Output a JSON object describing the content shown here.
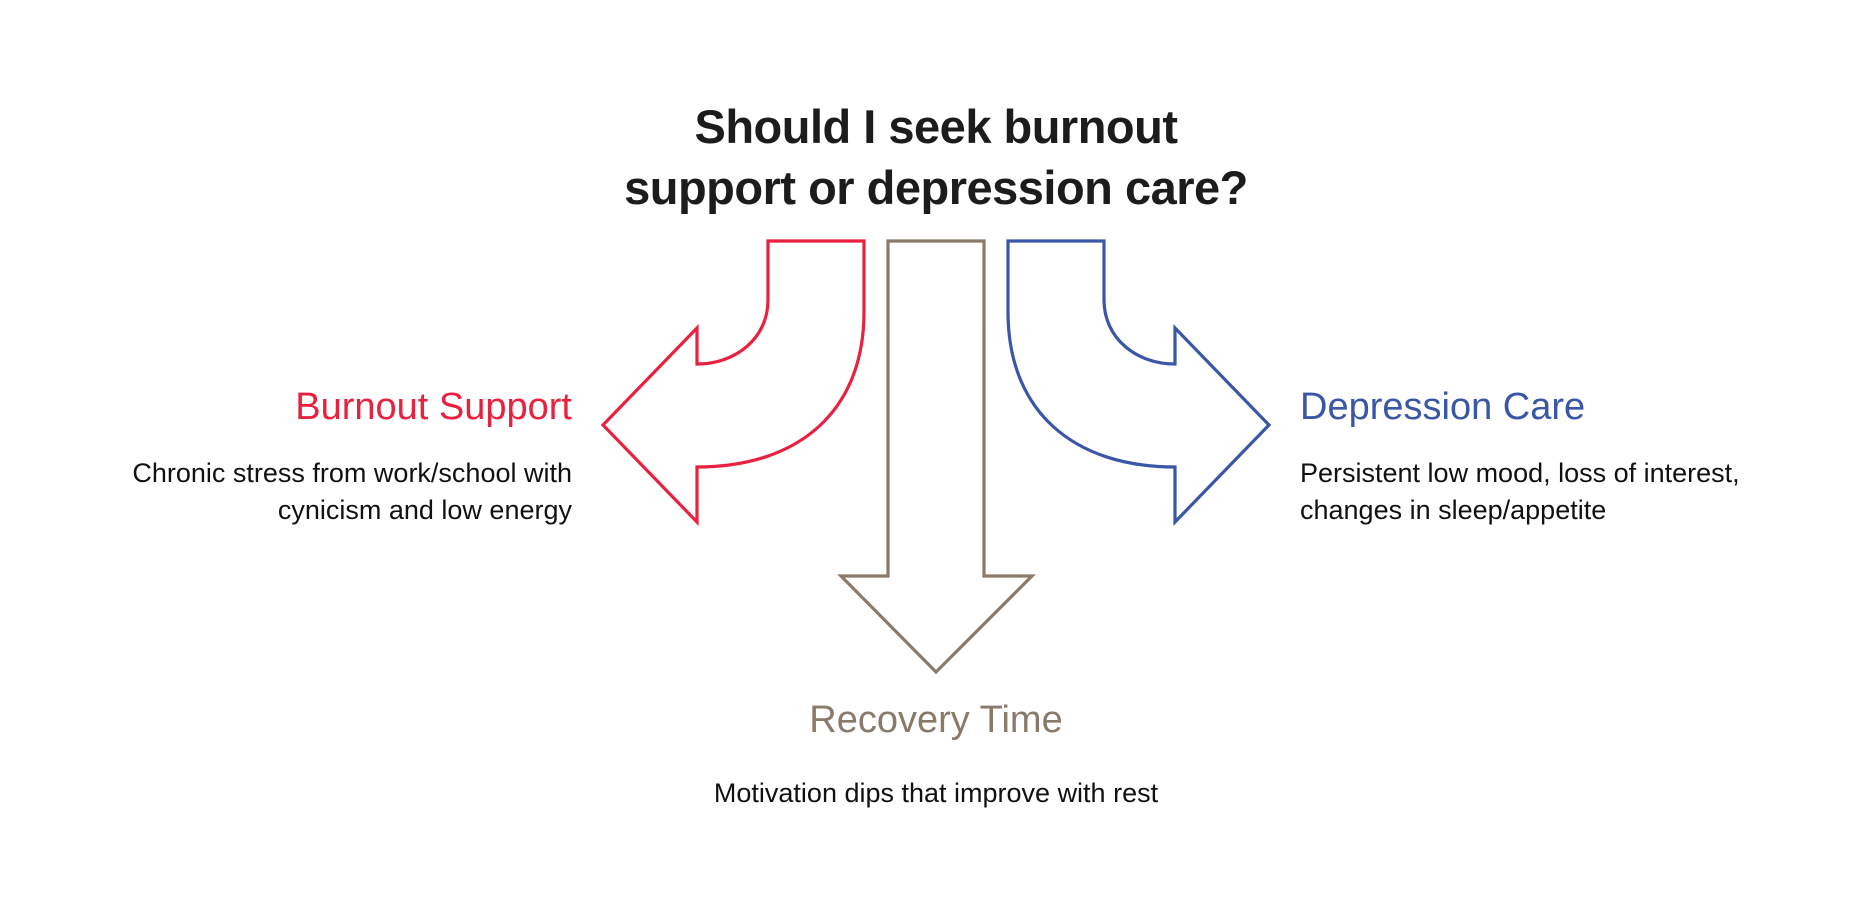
{
  "title": {
    "line1": "Should I seek burnout",
    "line2": "support or depression care?"
  },
  "colors": {
    "burnout": "#e8213f",
    "recovery": "#8a7a6a",
    "depression": "#3a56a6",
    "text": "#111111"
  },
  "options": {
    "burnout": {
      "label": "Burnout Support",
      "desc_line1": "Chronic stress from work/school with",
      "desc_line2": "cynicism and low energy",
      "direction": "left"
    },
    "recovery": {
      "label": "Recovery Time",
      "desc_line1": "Motivation dips that improve with rest",
      "direction": "down"
    },
    "depression": {
      "label": "Depression Care",
      "desc_line1": "Persistent low mood, loss of interest,",
      "desc_line2": "changes in sleep/appetite",
      "direction": "right"
    }
  }
}
